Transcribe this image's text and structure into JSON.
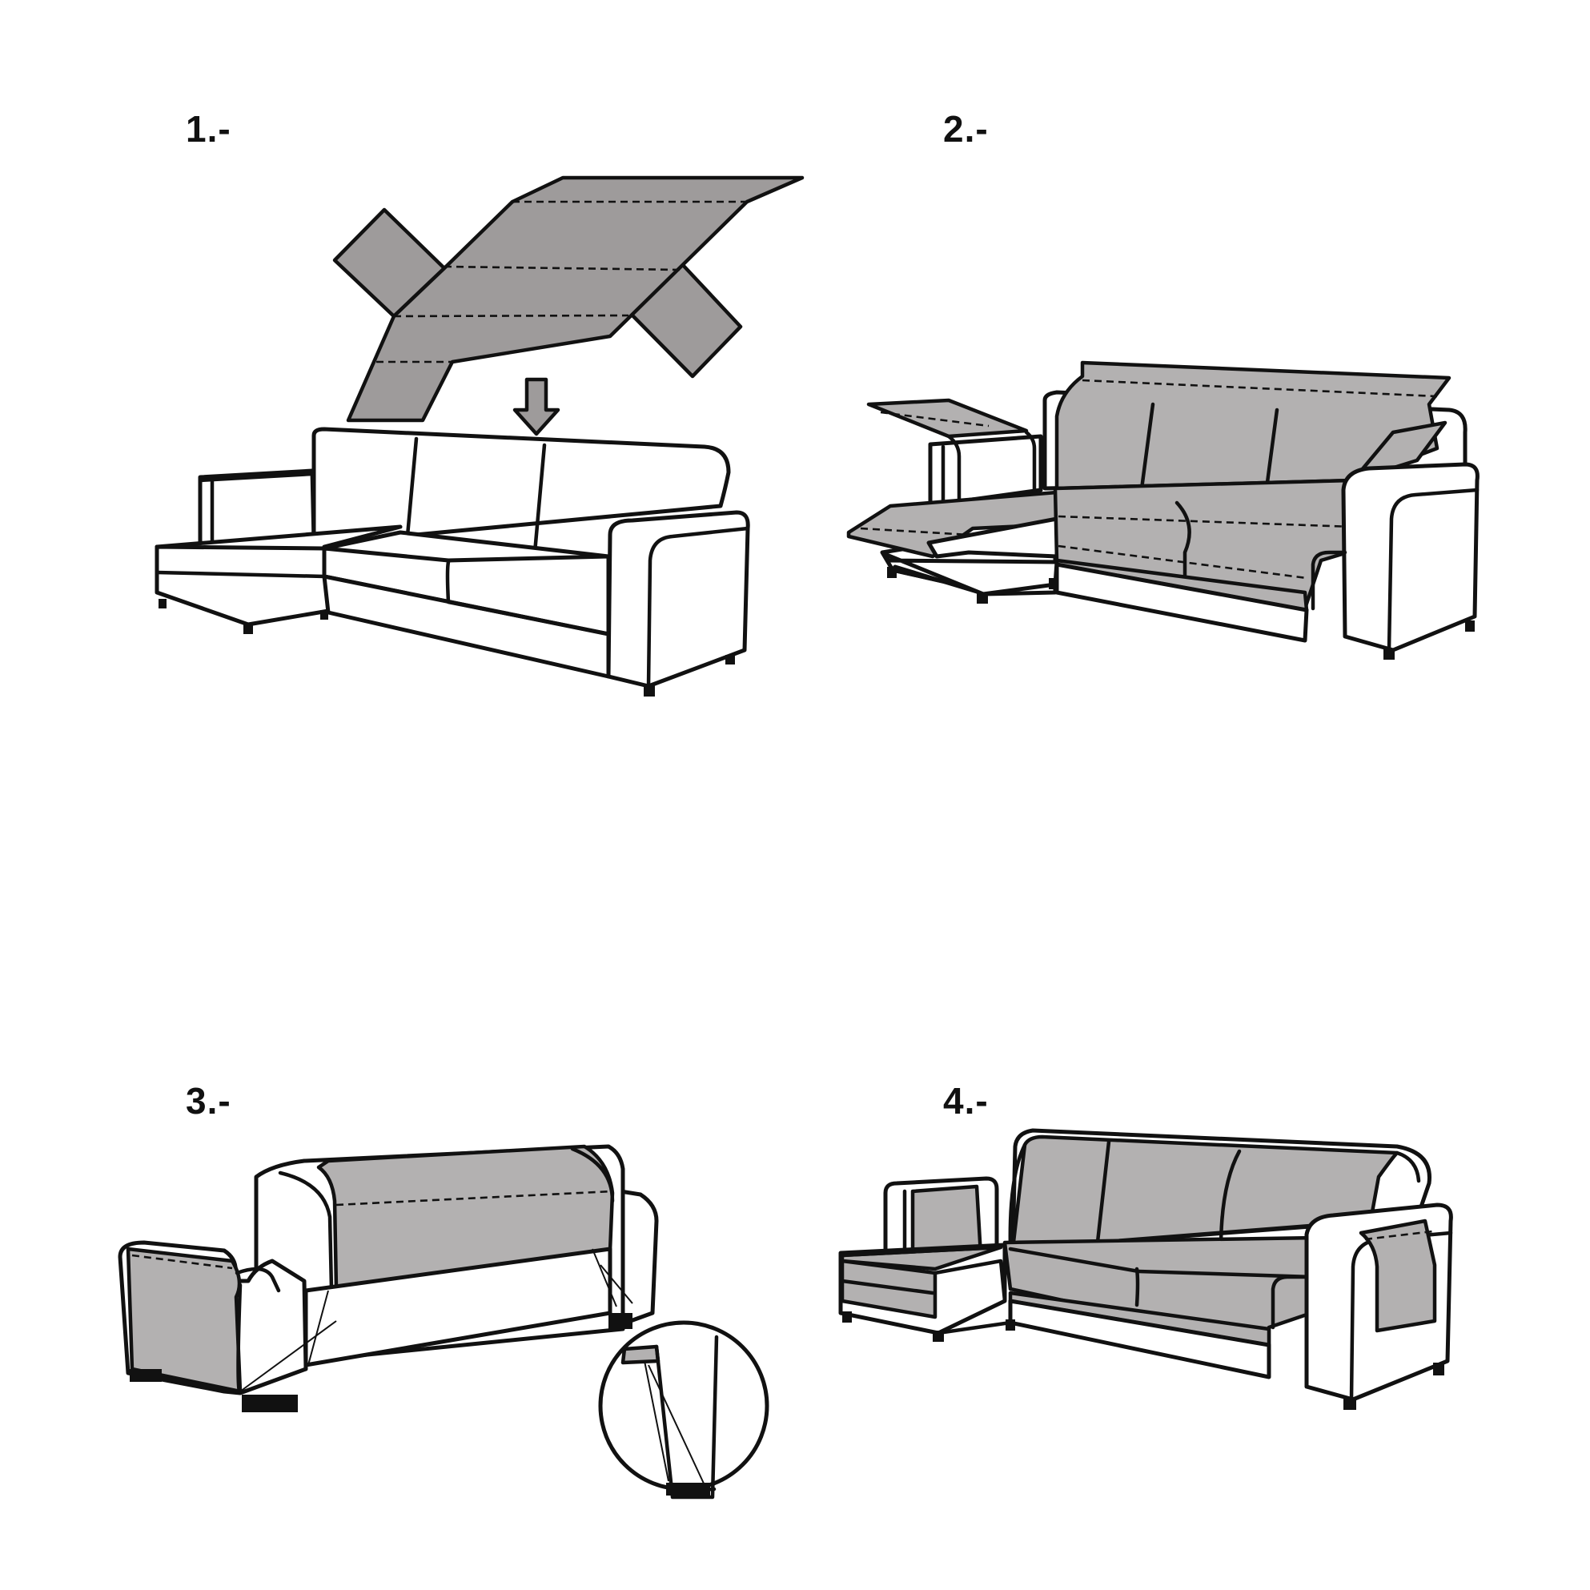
{
  "steps": [
    {
      "label": "1.-"
    },
    {
      "label": "2.-"
    },
    {
      "label": "3.-"
    },
    {
      "label": "4.-"
    }
  ],
  "colors": {
    "outline": "#111111",
    "sofa": "#ffffff",
    "cover_dark": "#9e9b9b",
    "cover_light": "#b3b1b1",
    "background": "#ffffff"
  },
  "icons": [
    "down-arrow-icon",
    "magnifier-circle-icon"
  ]
}
